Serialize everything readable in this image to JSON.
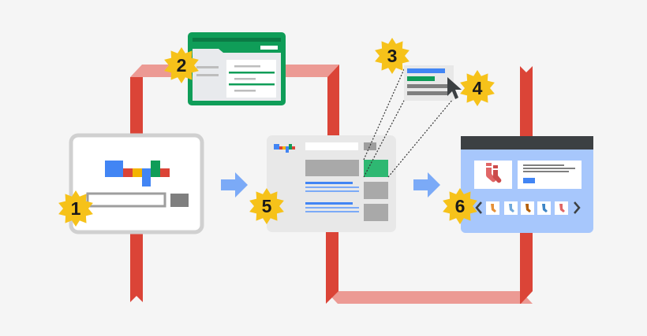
{
  "colors": {
    "background": "#f5f5f5",
    "ribbon_dark": "#db4437",
    "ribbon_light": "#ec9a94",
    "google_blue": "#4285f4",
    "google_red": "#db4437",
    "google_yellow": "#f4b400",
    "google_green": "#0f9d58",
    "merchant_green": "#0f9d58",
    "result_green": "#2eb872",
    "badge_yellow": "#f6c21a",
    "arrow_blue": "#7baaf7",
    "card_grey": "#d0d0d0",
    "product_panel_blue": "#a7c7fc",
    "window_bar_dark": "#3c4043"
  },
  "steps": [
    {
      "number": "1",
      "icon": "google-search-card"
    },
    {
      "number": "2",
      "icon": "merchant-center-window"
    },
    {
      "number": "3",
      "icon": "search-results-page"
    },
    {
      "number": "4",
      "icon": "shopping-ad-popup"
    },
    {
      "number": "5",
      "icon": "cursor-click"
    },
    {
      "number": "6",
      "icon": "product-page-window"
    }
  ]
}
